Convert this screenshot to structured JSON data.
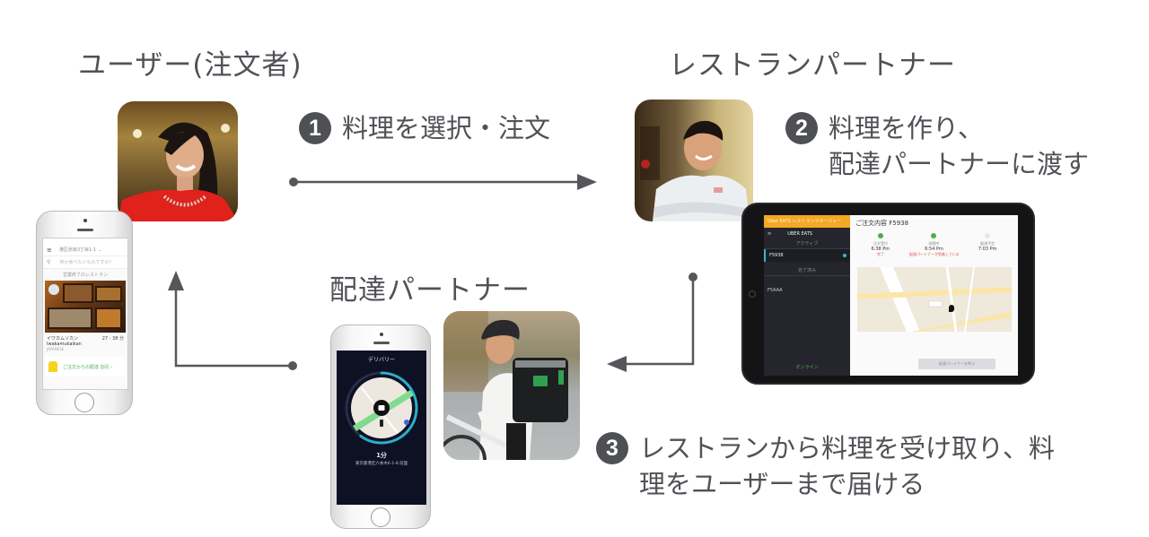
{
  "roles": {
    "user": "ユーザー(注文者)",
    "restaurant": "レストランパートナー",
    "delivery": "配達パートナー"
  },
  "steps": [
    {
      "number": "1",
      "text": "料理を選択・注文"
    },
    {
      "number": "2",
      "text": "料理を作り、\n配達パートナーに渡す"
    },
    {
      "number": "3",
      "text": "レストランから料理を受け取り、料\n理をユーザーまで届ける"
    }
  ],
  "photos": {
    "user": "user-photo",
    "restaurant": "chef-photo",
    "delivery": "courier-photo"
  },
  "user_app": {
    "location": "港区赤坂3丁目1-1 ⌄",
    "search_placeholder": "何か食べたいものですか？",
    "section": "営業終了のレストラン",
    "restaurant_name": "イワカムソカン",
    "restaurant_name_en": "Iwakamukaikan",
    "restaurant_sub": "JAPANESE",
    "eta": "27 - 38 分",
    "promo": "ご注文からの配達 割引  ›"
  },
  "restaurant_app": {
    "banner": "Uber EATS レストランマネージャー",
    "brand": "UBER EATS",
    "section_active": "アクティブ",
    "order_active": "F5938",
    "section_done": "完了済み",
    "order_done": "F5AAA",
    "footer": "オンライン",
    "order_title": "ご注文内容 F5938",
    "stages": [
      {
        "label": "注文受付",
        "time": "6:38 Pm",
        "note": "完了"
      },
      {
        "label": "調理中",
        "time": "6:54 Pm",
        "note": "配達パートナーが到着しています"
      },
      {
        "label": "配達予定",
        "time": "7:03 Pm",
        "note": ""
      }
    ],
    "primary_button": "配達パートナーを呼ぶ"
  },
  "courier_app": {
    "title": "デリバリー",
    "eta": "1分",
    "address": "東京都港区六本木6-1-8 前面",
    "progress_fraction": 0.6
  },
  "colors": {
    "text": "#505257",
    "badge": "#4e5054",
    "arrow": "#55575b",
    "accent_green": "#4caf50",
    "tablet_banner": "#f4a823",
    "courier_ring": "#2bb0c8"
  }
}
